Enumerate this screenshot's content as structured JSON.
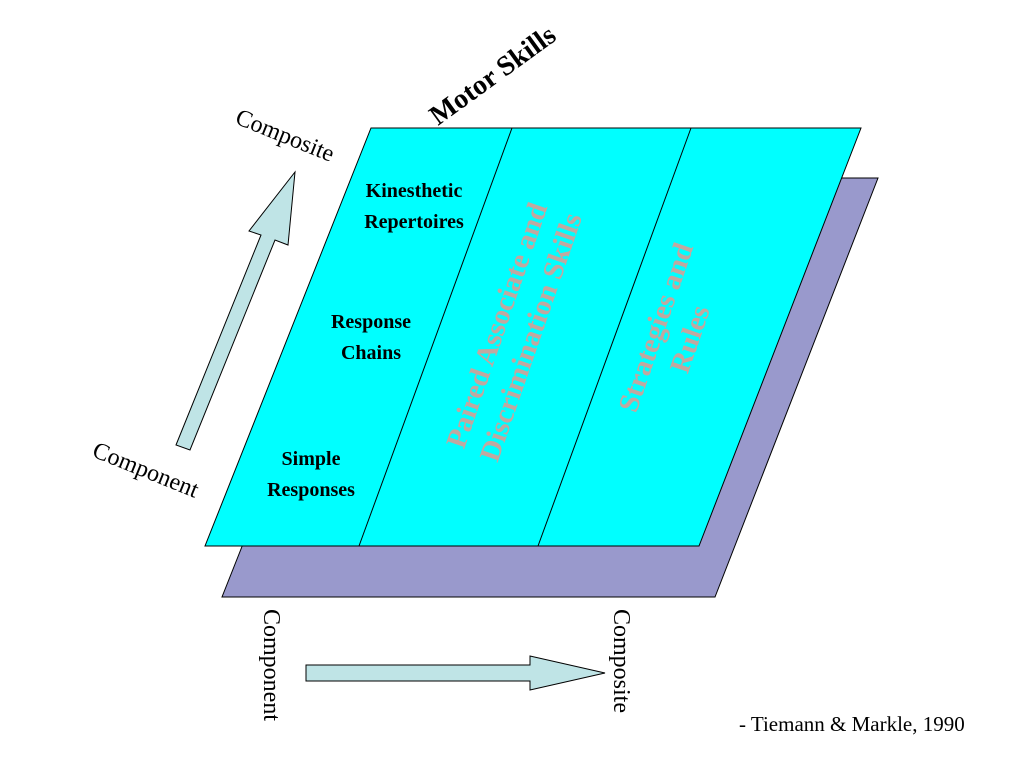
{
  "title": "Motor Skills",
  "vertical_axis": {
    "top_label": "Composite",
    "bottom_label": "Component"
  },
  "horizontal_axis": {
    "left_label": "Component",
    "right_label": "Composite"
  },
  "motor_column": {
    "items": [
      {
        "line1": "Kinesthetic",
        "line2": "Repertoires"
      },
      {
        "line1": "Response",
        "line2": "Chains"
      },
      {
        "line1": "Simple",
        "line2": "Responses"
      }
    ]
  },
  "middle_column": {
    "line1": "Paired Associate and",
    "line2": "Discrimination Skills"
  },
  "right_column": {
    "line1": "Strategies and",
    "line2": "Rules"
  },
  "citation": "- Tiemann & Markle, 1990",
  "colors": {
    "front_plane": "#00ffff",
    "back_plane": "#9999cc",
    "arrow_fill": "#bfe4e6",
    "faded_text": "#c0a8a0"
  }
}
